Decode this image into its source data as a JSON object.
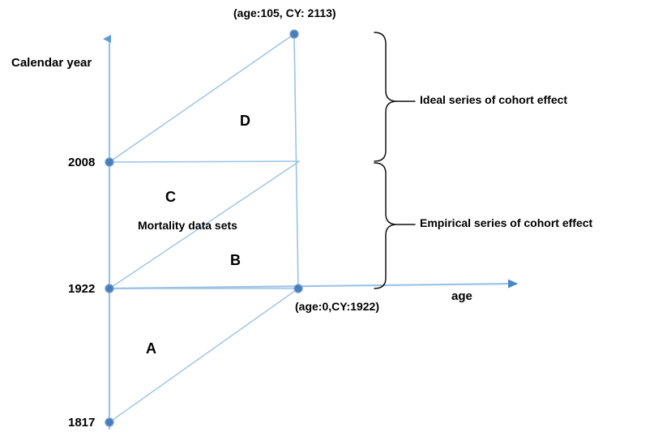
{
  "figure": {
    "type": "lexis-diagram",
    "background_color": "#ffffff",
    "line_color": "#9cc3e5",
    "axis_color": "#9cc3e5",
    "marker_color": "#4a7ebb",
    "brace_color": "#000000",
    "text_color": "#000000"
  },
  "axes": {
    "y_label": "Calendar year",
    "x_label": "age",
    "y_ticks": [
      {
        "value": "2008"
      },
      {
        "value": "1922"
      },
      {
        "value": "1817"
      }
    ]
  },
  "points": [
    {
      "name": "top-right-vertex",
      "label": "(age:105, CY: 2113)",
      "age": 105,
      "calendar_year": 2113
    },
    {
      "name": "origin-vertex",
      "label": "(age:0,CY:1922)",
      "age": 0,
      "calendar_year": 1922
    }
  ],
  "regions": [
    {
      "id": "A",
      "label": "A"
    },
    {
      "id": "B",
      "label": "B"
    },
    {
      "id": "C",
      "label": "C"
    },
    {
      "id": "D",
      "label": "D"
    }
  ],
  "annotations": {
    "mortality": "Mortality data sets",
    "brace_top": "Ideal series of cohort effect",
    "brace_bottom": "Empirical series of cohort effect"
  },
  "chart_data": {
    "type": "line",
    "title": "",
    "xlabel": "age",
    "ylabel": "Calendar year",
    "xlim": [
      0,
      105
    ],
    "ylim": [
      1817,
      2113
    ],
    "grid": false,
    "legend": "none",
    "vertices": [
      {
        "name": "cy_1817_age_0",
        "age": 0,
        "calendar_year": 1817,
        "px": [
          135,
          521
        ],
        "marker": true
      },
      {
        "name": "cy_1922_age_0",
        "age": 0,
        "calendar_year": 1922,
        "px": [
          135,
          356
        ],
        "marker": true
      },
      {
        "name": "cy_2008_age_0",
        "age": 0,
        "calendar_year": 2008,
        "px": [
          135,
          200
        ],
        "marker": true
      },
      {
        "name": "cy_1922_age_105",
        "age": 105,
        "calendar_year": 1922,
        "px": [
          368,
          356
        ],
        "marker": true
      },
      {
        "name": "cy_2008_age_105",
        "age": 105,
        "calendar_year": 2008,
        "px": [
          368,
          200
        ],
        "marker": false
      },
      {
        "name": "cy_2113_age_105",
        "age": 105,
        "calendar_year": 2113,
        "px": [
          363,
          42
        ],
        "marker": true
      }
    ],
    "segments": [
      {
        "name": "cohort-diagonal-1817",
        "from": "cy_1817_age_0",
        "to": "cy_1922_age_105"
      },
      {
        "name": "cohort-diagonal-1922",
        "from": "cy_1922_age_0",
        "to": "cy_2008_age_105"
      },
      {
        "name": "cohort-diagonal-2008",
        "from": "cy_2008_age_0",
        "to": "cy_2113_age_105"
      },
      {
        "name": "calendar-line-1922",
        "from": "cy_1922_age_0",
        "to": "cy_1922_age_105"
      },
      {
        "name": "calendar-line-2008",
        "from": "cy_2008_age_0",
        "to": "cy_2008_age_105"
      },
      {
        "name": "age-105-vertical",
        "from": "cy_1922_age_105",
        "to": "cy_2113_age_105"
      }
    ],
    "braces": [
      {
        "name": "ideal-series",
        "label": "Ideal series of cohort effect",
        "from_year": 2113,
        "to_year": 2008
      },
      {
        "name": "empirical-series",
        "label": "Empirical series of cohort effect",
        "from_year": 2008,
        "to_year": 1922
      }
    ]
  }
}
